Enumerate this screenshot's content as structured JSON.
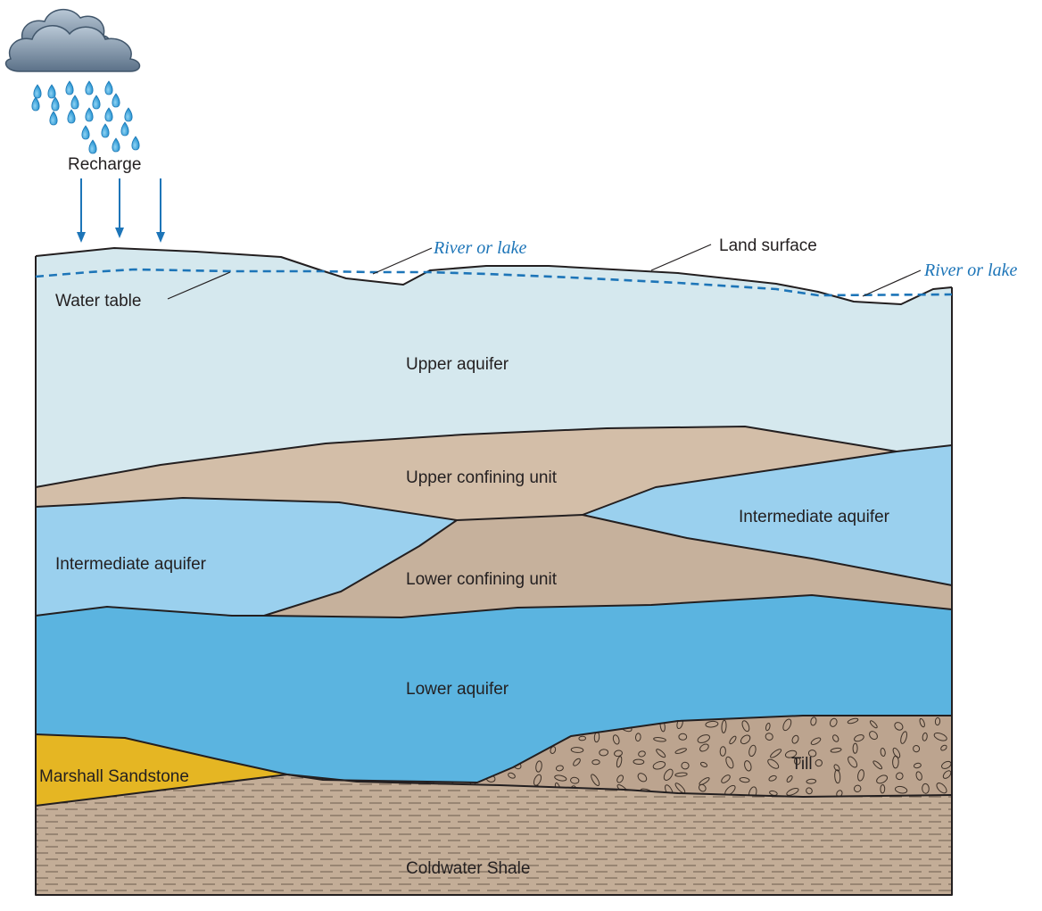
{
  "recharge": {
    "label": "Recharge"
  },
  "surface": {
    "land_surface_label": "Land surface",
    "water_table_label": "Water table"
  },
  "rivers": [
    {
      "label": "River or lake"
    },
    {
      "label": "River or lake"
    }
  ],
  "units": {
    "upper_aquifer": "Upper aquifer",
    "upper_confining_unit": "Upper confining unit",
    "intermediate_aquifer_left": "Intermediate aquifer",
    "intermediate_aquifer_right": "Intermediate aquifer",
    "lower_confining_unit": "Lower confining unit",
    "lower_aquifer": "Lower aquifer",
    "marshall_sandstone": "Marshall Sandstone",
    "till": "Till",
    "coldwater_shale": "Coldwater Shale"
  },
  "colors": {
    "upper_aquifer": "#d5e8ee",
    "confining": "#d3bea8",
    "lower_confining": "#c6b19c",
    "intermediate_aquifer": "#9ad0ee",
    "lower_aquifer": "#5bb4e0",
    "sandstone": "#e5b623",
    "till": "#bca48f",
    "shale": "#c3ad97",
    "water_blue": "#1d75b8",
    "raindrop": "#3fa9dc",
    "cloud": "#7a8fa3"
  }
}
